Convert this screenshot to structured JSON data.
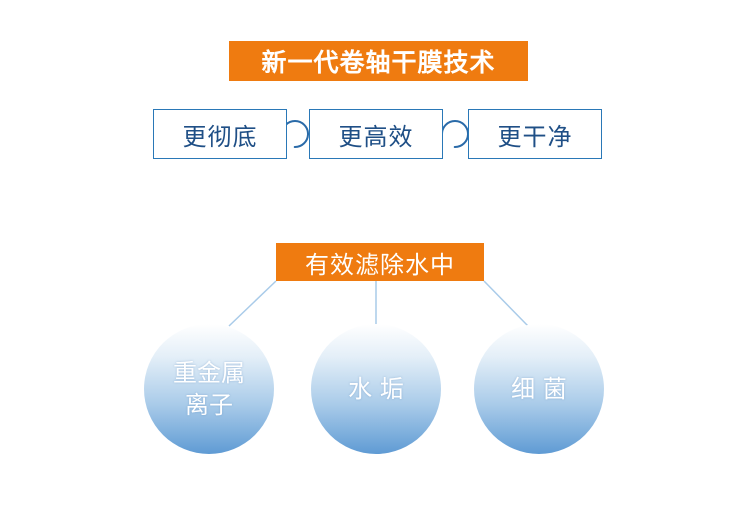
{
  "title": "新一代卷轴干膜技术",
  "features": [
    "更彻底",
    "更高效",
    "更干净"
  ],
  "subtitle": "有效滤除水中",
  "targets": [
    {
      "lines": [
        "重金属",
        "离子"
      ]
    },
    {
      "lines": [
        "水 垢"
      ]
    },
    {
      "lines": [
        "细 菌"
      ]
    }
  ],
  "colors": {
    "banner": "#ef7b10",
    "box_border": "#2a78b7",
    "box_text": "#1f4f86",
    "chain": "#2a6aa8",
    "connector": "#a9cbe9",
    "circle_bottom": "#5f9bd4"
  }
}
